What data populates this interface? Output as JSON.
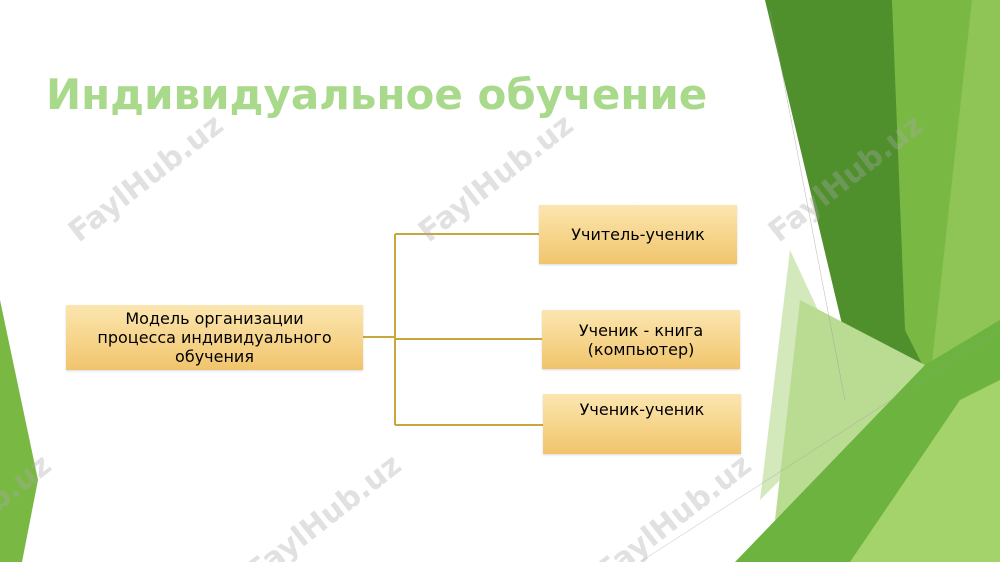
{
  "slide": {
    "title": "Индивидуальное обучение",
    "colors": {
      "title": "#a9d98a",
      "box_fill": "#f6d48a",
      "connector": "#c8a73c",
      "green_dark": "#4f8f2c",
      "green_mid": "#6db33f",
      "green_light": "#a5d36b"
    }
  },
  "diagram": {
    "root": {
      "label": "Модель организации\nпроцесса индивидуального\nобучения"
    },
    "children": [
      {
        "label": "Учитель-ученик"
      },
      {
        "label": "Ученик - книга\n(компьютер)"
      },
      {
        "label": "Ученик-ученик"
      }
    ]
  },
  "watermark": {
    "text": "FaylHub.uz"
  }
}
